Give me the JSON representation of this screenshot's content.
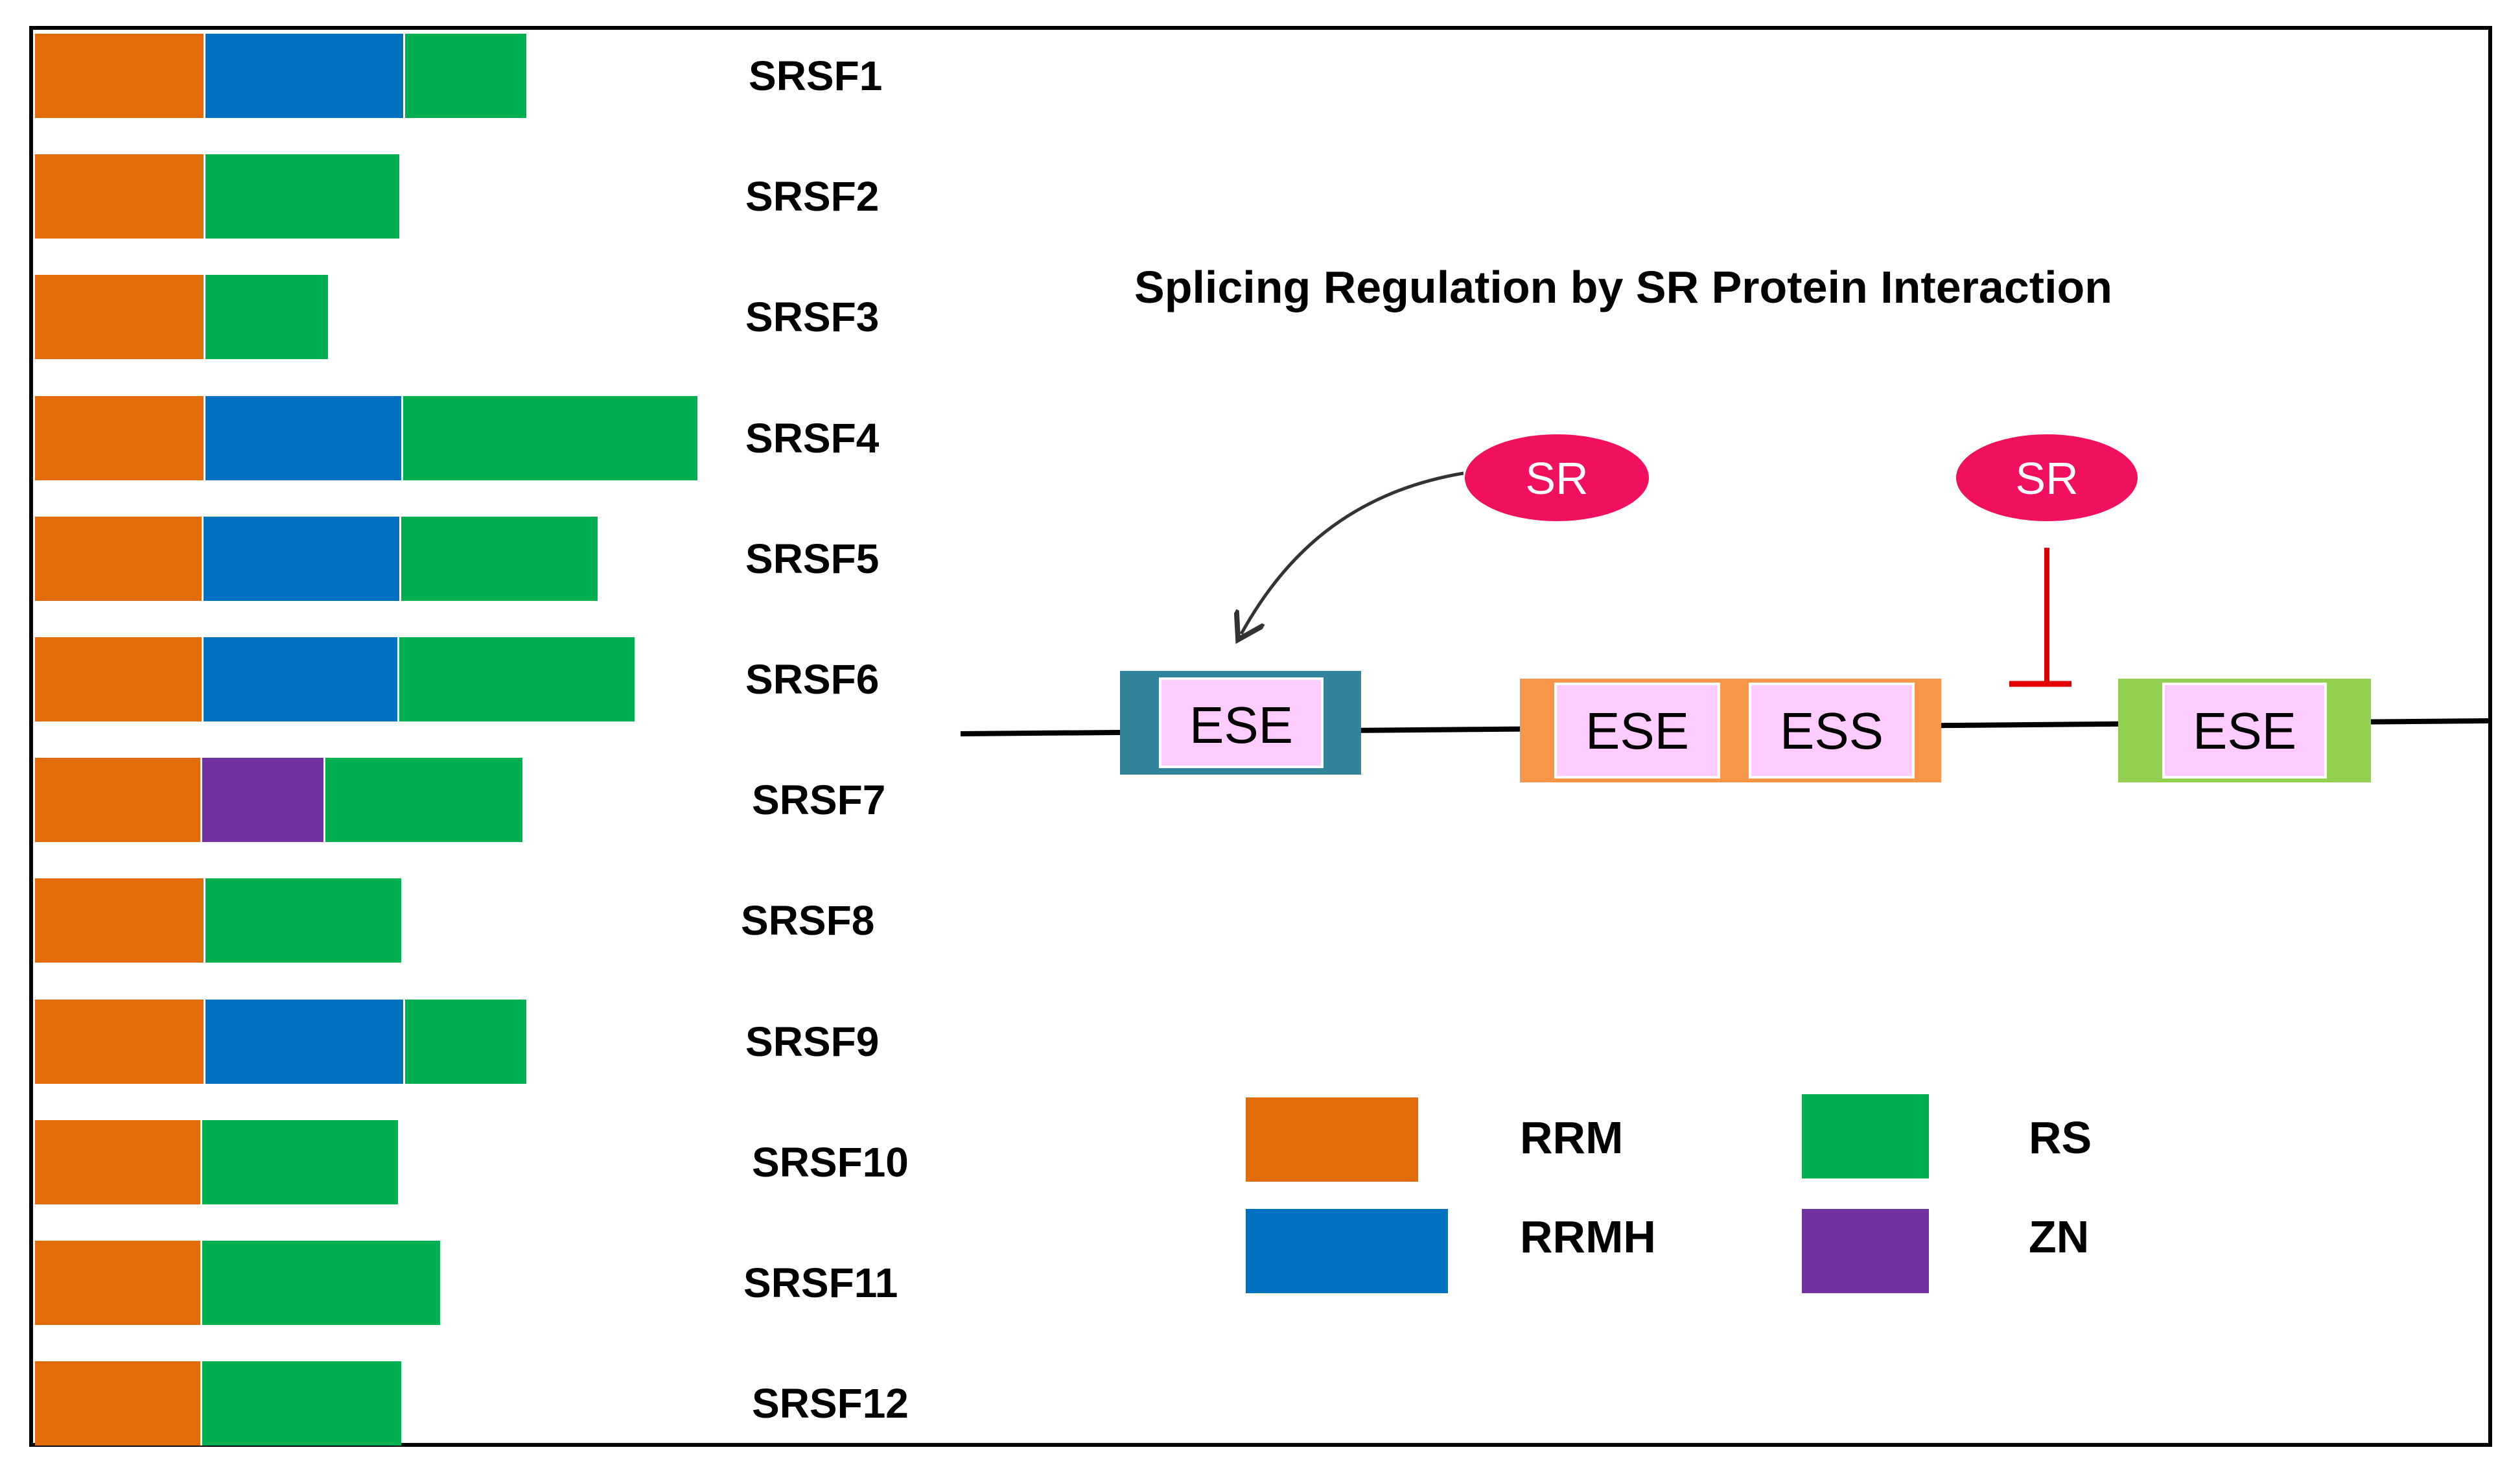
{
  "title": "Splicing Regulation by SR Protein Interaction",
  "colors": {
    "RRM": "#E36C0A",
    "RRMH": "#0070C0",
    "RS": "#00B050",
    "ZN": "#7030A0",
    "sr_oval": "#F0105E",
    "exon1": "#31849B",
    "exon2": "#F79646",
    "exon3": "#92D050",
    "element_box": "#FFCCFF",
    "inhibit": "#E00000"
  },
  "proteins": [
    {
      "name": "SRSF1",
      "domains": [
        {
          "type": "RRM",
          "length": 260
        },
        {
          "type": "RRMH",
          "length": 308
        },
        {
          "type": "RS",
          "length": 190
        }
      ]
    },
    {
      "name": "SRSF2",
      "domains": [
        {
          "type": "RRM",
          "length": 260
        },
        {
          "type": "RS",
          "length": 302
        }
      ]
    },
    {
      "name": "SRSF3",
      "domains": [
        {
          "type": "RRM",
          "length": 260
        },
        {
          "type": "RS",
          "length": 192
        }
      ]
    },
    {
      "name": "SRSF4",
      "domains": [
        {
          "type": "RRM",
          "length": 260
        },
        {
          "type": "RRMH",
          "length": 305
        },
        {
          "type": "RS",
          "length": 457
        }
      ]
    },
    {
      "name": "SRSF5",
      "domains": [
        {
          "type": "RRM",
          "length": 257
        },
        {
          "type": "RRMH",
          "length": 305
        },
        {
          "type": "RS",
          "length": 306
        }
      ]
    },
    {
      "name": "SRSF6",
      "domains": [
        {
          "type": "RRM",
          "length": 257
        },
        {
          "type": "RRMH",
          "length": 302
        },
        {
          "type": "RS",
          "length": 366
        }
      ]
    },
    {
      "name": "SRSF7",
      "domains": [
        {
          "type": "RRM",
          "length": 255
        },
        {
          "type": "ZN",
          "length": 190
        },
        {
          "type": "RS",
          "length": 307
        }
      ]
    },
    {
      "name": "SRSF8",
      "domains": [
        {
          "type": "RRM",
          "length": 260
        },
        {
          "type": "RS",
          "length": 305
        }
      ]
    },
    {
      "name": "SRSF9",
      "domains": [
        {
          "type": "RRM",
          "length": 260
        },
        {
          "type": "RRMH",
          "length": 308
        },
        {
          "type": "RS",
          "length": 190
        }
      ]
    },
    {
      "name": "SRSF10",
      "domains": [
        {
          "type": "RRM",
          "length": 255
        },
        {
          "type": "RS",
          "length": 305
        }
      ]
    },
    {
      "name": "SRSF11",
      "domains": [
        {
          "type": "RRM",
          "length": 255
        },
        {
          "type": "RS",
          "length": 370
        }
      ]
    },
    {
      "name": "SRSF12",
      "domains": [
        {
          "type": "RRM",
          "length": 255
        },
        {
          "type": "RS",
          "length": 310
        }
      ]
    }
  ],
  "diagram": {
    "sr_left": "SR",
    "sr_right": "SR",
    "exon1_element": "ESE",
    "exon2_elements": [
      "ESE",
      "ESS"
    ],
    "exon3_element": "ESE"
  },
  "legend": [
    {
      "type": "RRM",
      "label": "RRM"
    },
    {
      "type": "RS",
      "label": "RS"
    },
    {
      "type": "RRMH",
      "label": "RRMH"
    },
    {
      "type": "ZN",
      "label": "ZN"
    }
  ]
}
